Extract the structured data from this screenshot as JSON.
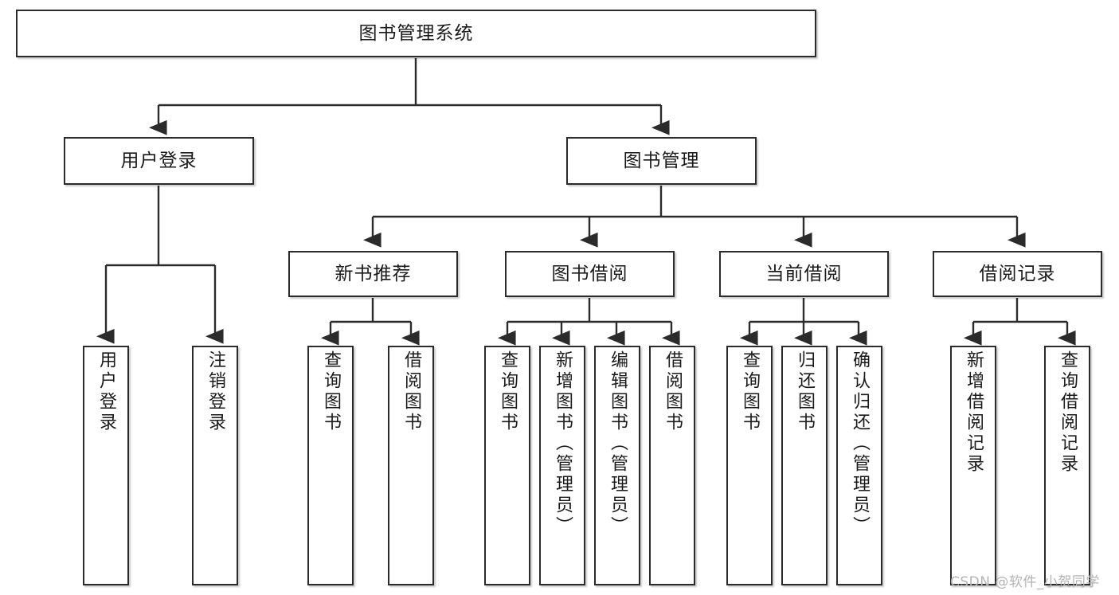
{
  "diagram": {
    "title": "图书管理系统",
    "type": "hierarchy-tree",
    "watermark": "CSDN @软件_小贺同学",
    "colors": {
      "stroke": "#2b2b2b",
      "fill": "#ffffff",
      "text": "#1a1a1a",
      "watermark": "#b4b4b4"
    },
    "nodes": {
      "root": {
        "label": "图书管理系统"
      },
      "level2": [
        {
          "id": "user-login",
          "label": "用户登录"
        },
        {
          "id": "book-manage",
          "label": "图书管理"
        }
      ],
      "level3": [
        {
          "id": "new-book-rec",
          "label": "新书推荐"
        },
        {
          "id": "book-borrow",
          "label": "图书借阅"
        },
        {
          "id": "current-borrow",
          "label": "当前借阅"
        },
        {
          "id": "borrow-record",
          "label": "借阅记录"
        }
      ],
      "leaves": {
        "user-login": [
          {
            "id": "leaf-user-login",
            "label": "用户登录"
          },
          {
            "id": "leaf-logout-login",
            "label": "注销登录"
          }
        ],
        "new-book-rec": [
          {
            "id": "leaf-query-book-1",
            "label": "查询图书"
          },
          {
            "id": "leaf-borrow-book-1",
            "label": "借阅图书"
          }
        ],
        "book-borrow": [
          {
            "id": "leaf-query-book-2",
            "label": "查询图书"
          },
          {
            "id": "leaf-add-book",
            "label": "新增图书（管理员）"
          },
          {
            "id": "leaf-edit-book",
            "label": "编辑图书（管理员）"
          },
          {
            "id": "leaf-borrow-book-2",
            "label": "借阅图书"
          }
        ],
        "current-borrow": [
          {
            "id": "leaf-query-book-3",
            "label": "查询图书"
          },
          {
            "id": "leaf-return-book",
            "label": "归还图书"
          },
          {
            "id": "leaf-confirm-return",
            "label": "确认归还（管理员）"
          }
        ],
        "borrow-record": [
          {
            "id": "leaf-add-record",
            "label": "新增借阅记录"
          },
          {
            "id": "leaf-query-record",
            "label": "查询借阅记录"
          }
        ]
      }
    }
  }
}
